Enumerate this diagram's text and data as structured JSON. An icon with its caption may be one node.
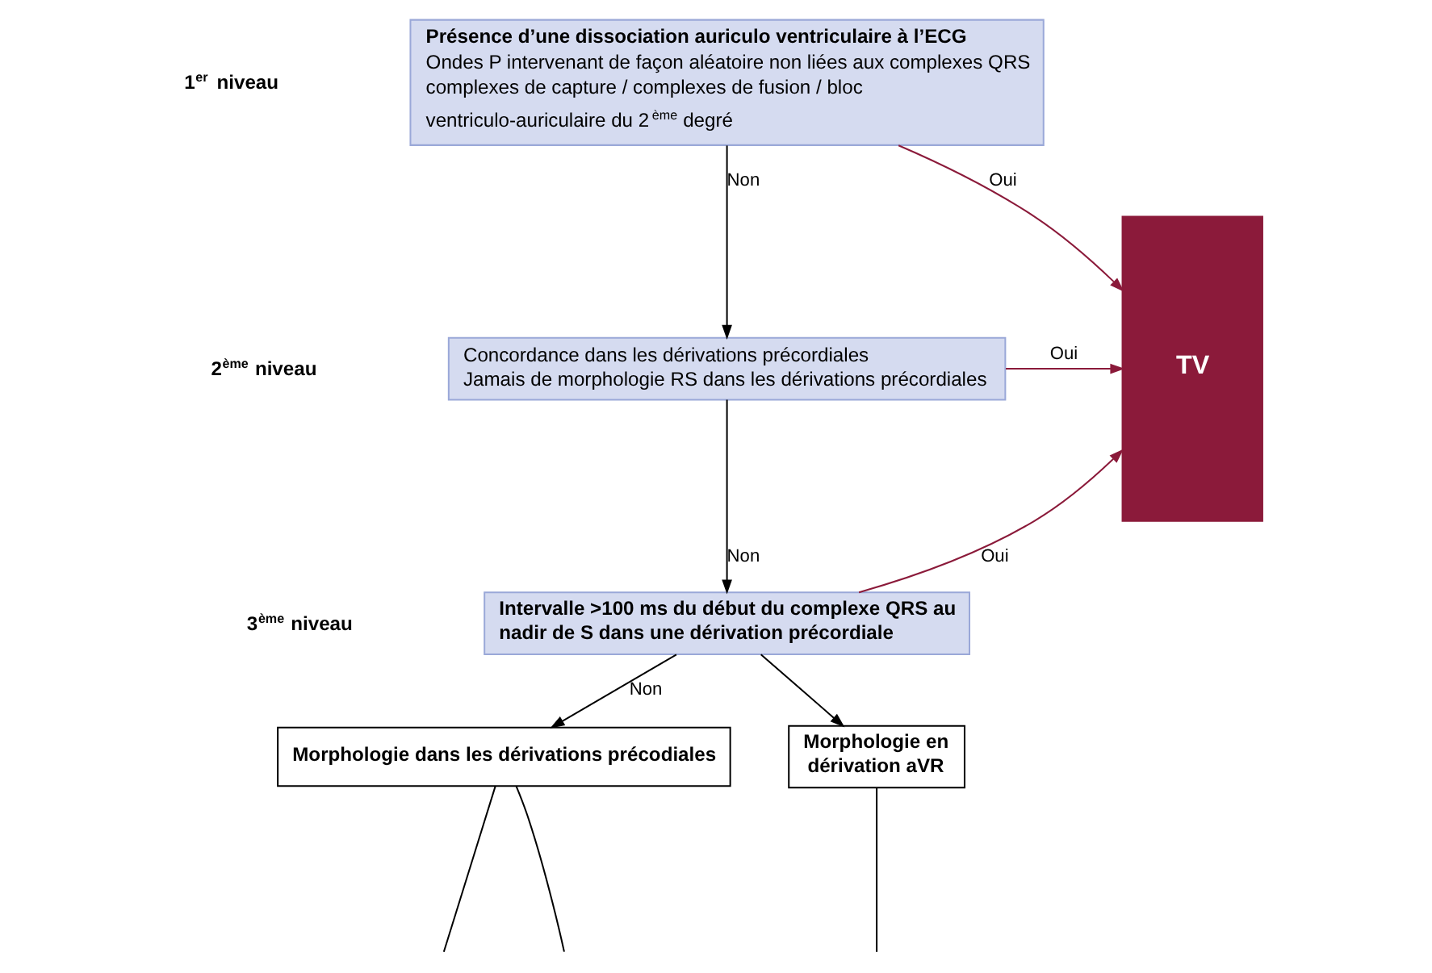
{
  "diagram": {
    "nodes": [
      {
        "text": [
          "Présence d’une dissociation auriculo ventriculaire à l’ECG",
          "Ondes P intervenant de façon aléatoire non liées aux complexes QRS complexes de capture / complexes de fusion / bloc ventriculo-auriculaire du 2$^{ème}$ degré"
        ]
      },
      {
        "text": [
          "Concordance dans les dérivations précordiales",
          "Jamais de morphologie RS dans les dérivations précordiales"
        ]
      },
      {
        "text": [
          "Intervalle >100 ms du début du complexe QRS au nadir de S dans une dérivation précordiale"
        ]
      },
      {
        "text": [
          "TV"
        ]
      },
      {
        "text": [
          "Morphologie dans les dérivations précodiales"
        ]
      },
      {
        "text": [
          "Morphologie en dérivation aVR"
        ]
      }
    ],
    "edges": [
      {
        "from": 0,
        "to": 3,
        "arrow": "to",
        "label": "Oui",
        "color": "#8b1a3a"
      },
      {
        "from": 0,
        "to": 1,
        "arrow": "to",
        "label": "Non"
      },
      {
        "from": 1,
        "to": 3,
        "arrow": "to",
        "label": "Oui",
        "color": "#8b1a3a"
      },
      {
        "from": 1,
        "to": 2,
        "arrow": "to",
        "label": "Non"
      },
      {
        "from": 2,
        "to": 3,
        "arrow": "to",
        "label": "Oui",
        "color": "#8b1a3a"
      },
      {
        "from": 2,
        "to": 4,
        "arrow": "to",
        "label": "Non"
      },
      {
        "from": 2,
        "to": 5,
        "arrow": "to"
      },
      {
        "from": 4,
        "to": null,
        "arrow": "none"
      },
      {
        "from": 4,
        "to": null,
        "arrow": "none"
      },
      {
        "from": 5,
        "to": null,
        "arrow": "none"
      }
    ],
    "labels": [
      "1$^{er}$ niveau",
      "2$^{ème}$ niveau",
      "3$^{ème}$ niveau"
    ]
  }
}
